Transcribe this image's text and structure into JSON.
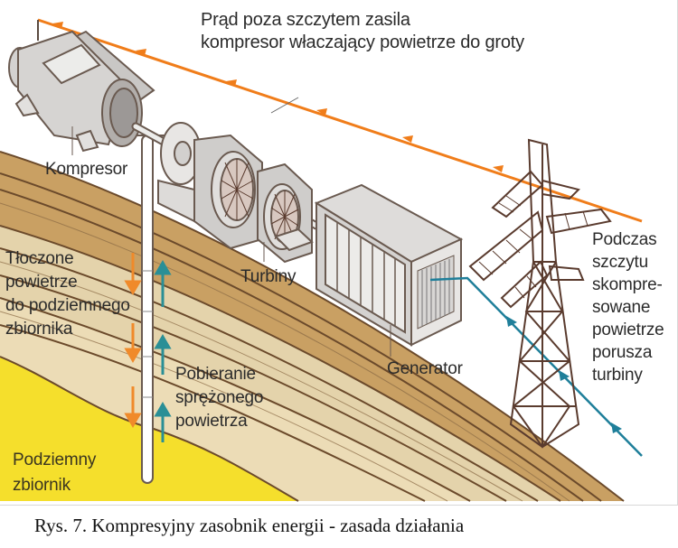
{
  "figure": {
    "labels": {
      "offpeak_power": [
        "Prąd poza szczytem zasila",
        "kompresor właczający powietrze do groty"
      ],
      "compressor": "Kompresor",
      "turbines": "Turbiny",
      "generator": "Generator",
      "pumped_air": [
        "Tłoczone",
        "powietrze",
        "do podziemnego",
        "zbiornika"
      ],
      "drawn_air": [
        "Pobieranie",
        "sprężonego",
        "powietrza"
      ],
      "reservoir": [
        "Podziemny",
        "zbiornik"
      ],
      "peak": [
        "Podczas",
        "szczytu",
        "skompre-",
        "sowane",
        "powietrze",
        "porusza",
        "turbiny"
      ]
    },
    "colors": {
      "power_in_line": "#f07d1a",
      "power_out_line": "#1f7f9a",
      "air_in_arrow": "#f08a2a",
      "air_out_arrow": "#2a8f96",
      "ground_brown": "#c49a5a",
      "ground_light": "#e2cfa4",
      "reservoir_yellow": "#f6e02a",
      "tower": "#5a3b2e",
      "machine_grey": "#d4d2d0"
    }
  },
  "caption": "Rys. 7. Kompresyjny zasobnik energii - zasada działania"
}
